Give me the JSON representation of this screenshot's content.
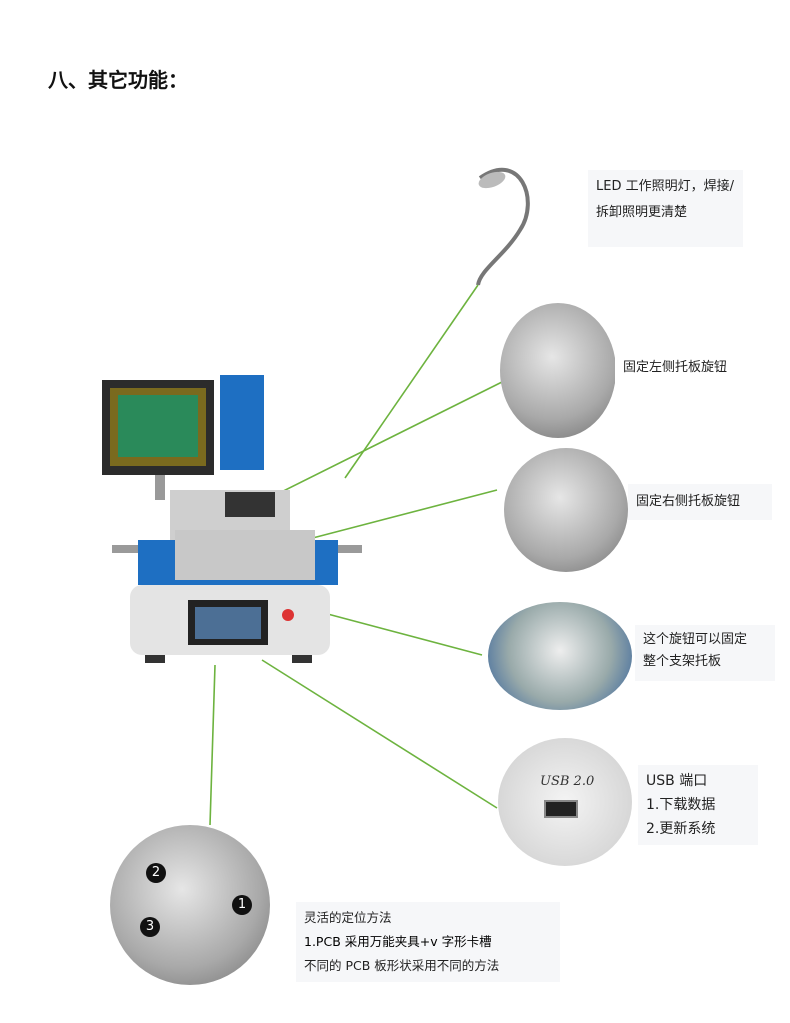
{
  "title": "八、其它功能：",
  "callouts": {
    "led": [
      "LED 工作照明灯，焊接/",
      "拆卸照明更清楚"
    ],
    "left_knob": "固定左侧托板旋钮",
    "right_knob": "固定右侧托板旋钮",
    "bracket_knob": [
      "这个旋钮可以固定",
      "整个支架托板"
    ],
    "usb": [
      "USB 端口",
      "1.下载数据",
      "2.更新系统"
    ],
    "positioning": [
      "灵活的定位方法",
      "1.PCB 采用万能夹具+v 字形卡槽",
      "不同的 PCB 板形状采用不同的方法"
    ]
  },
  "photo_labels": {
    "usb_port": "USB 2.0",
    "markers": [
      "1",
      "2",
      "3"
    ]
  },
  "colors": {
    "connector_line": "#6db33f",
    "machine_blue": "#1e6fc2"
  }
}
